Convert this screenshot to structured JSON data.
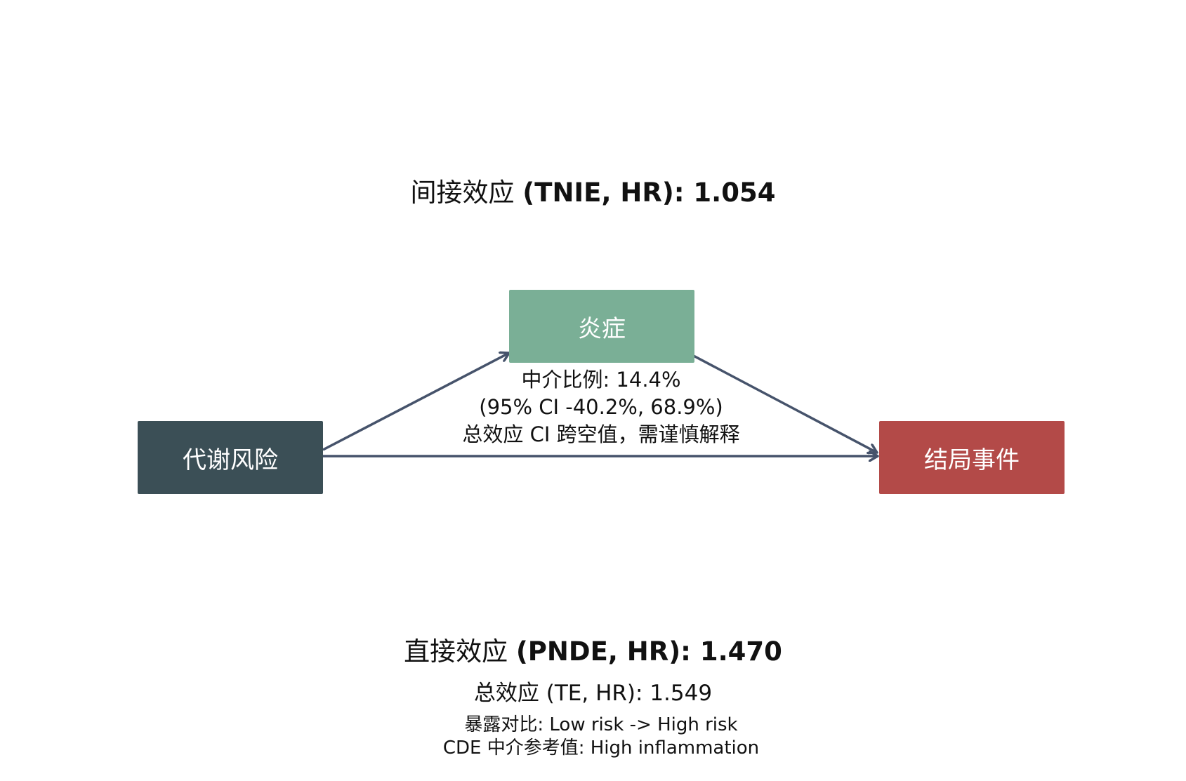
{
  "title_indirect": {
    "prefix": "间接效应 ",
    "bold": "(TNIE, HR): 1.054"
  },
  "title_direct": {
    "prefix": "直接效应 ",
    "bold": "(PNDE, HR): 1.470"
  },
  "nodes": {
    "exposure": {
      "label": "代谢风险",
      "color": "#3b4f56"
    },
    "mediator": {
      "label": "炎症",
      "color": "#7aaf96"
    },
    "outcome": {
      "label": "结局事件",
      "color": "#b34a48"
    }
  },
  "proportion": {
    "line1": "中介比例: 14.4%",
    "line2": "(95% CI -40.2%, 68.9%)",
    "line3": "总效应 CI 跨空值，需谨慎解释"
  },
  "total_effect": "总效应 (TE, HR): 1.549",
  "footnotes": {
    "contrast": "暴露对比: Low risk -> High risk",
    "cde": "CDE 中介参考值: High inflammation"
  },
  "arrow_color": "#46536b"
}
